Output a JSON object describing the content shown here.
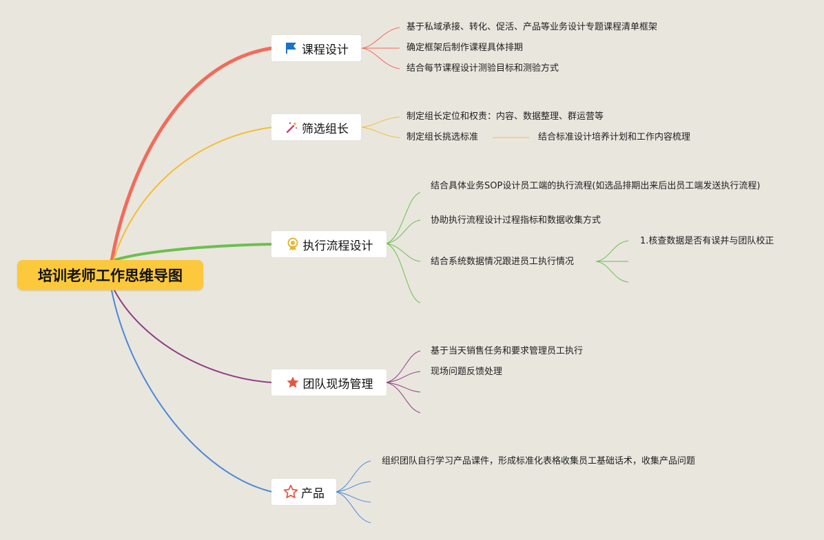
{
  "root": {
    "label": "培训老师工作思维导图"
  },
  "colors": {
    "background": "#e9e6de",
    "root_fill": "#fcc93d",
    "branch_course": "#f26b5b",
    "branch_leader": "#f3bd2f",
    "branch_process": "#6bbf4e",
    "branch_team": "#8e3f84",
    "branch_product": "#4a88d8"
  },
  "branches": [
    {
      "label": "课程设计",
      "icon": "flag-icon",
      "children": [
        "基于私域承接、转化、促活、产品等业务设计专题课程清单框架",
        "确定框架后制作课程具体排期",
        "结合每节课程设计测验目标和测验方式"
      ]
    },
    {
      "label": "筛选组长",
      "icon": "magic-wand-icon",
      "children": [
        "制定组长定位和权责：内容、数据整理、群运营等",
        "制定组长挑选标准"
      ],
      "grandchild": "结合标准设计培养计划和工作内容梳理"
    },
    {
      "label": "执行流程设计",
      "icon": "award-icon",
      "children": [
        "结合具体业务SOP设计员工端的执行流程(如选品排期出来后出员工端发送执行流程)",
        "协助执行流程设计过程指标和数据收集方式",
        "结合系统数据情况跟进员工执行情况"
      ],
      "grandchild": "1.核查数据是否有误并与团队校正"
    },
    {
      "label": "团队现场管理",
      "icon": "star-filled-icon",
      "children": [
        "基于当天销售任务和要求管理员工执行",
        "现场问题反馈处理"
      ]
    },
    {
      "label": "产品",
      "icon": "star-outline-icon",
      "children": [
        "组织团队自行学习产品课件，形成标准化表格收集员工基础话术，收集产品问题"
      ]
    }
  ]
}
